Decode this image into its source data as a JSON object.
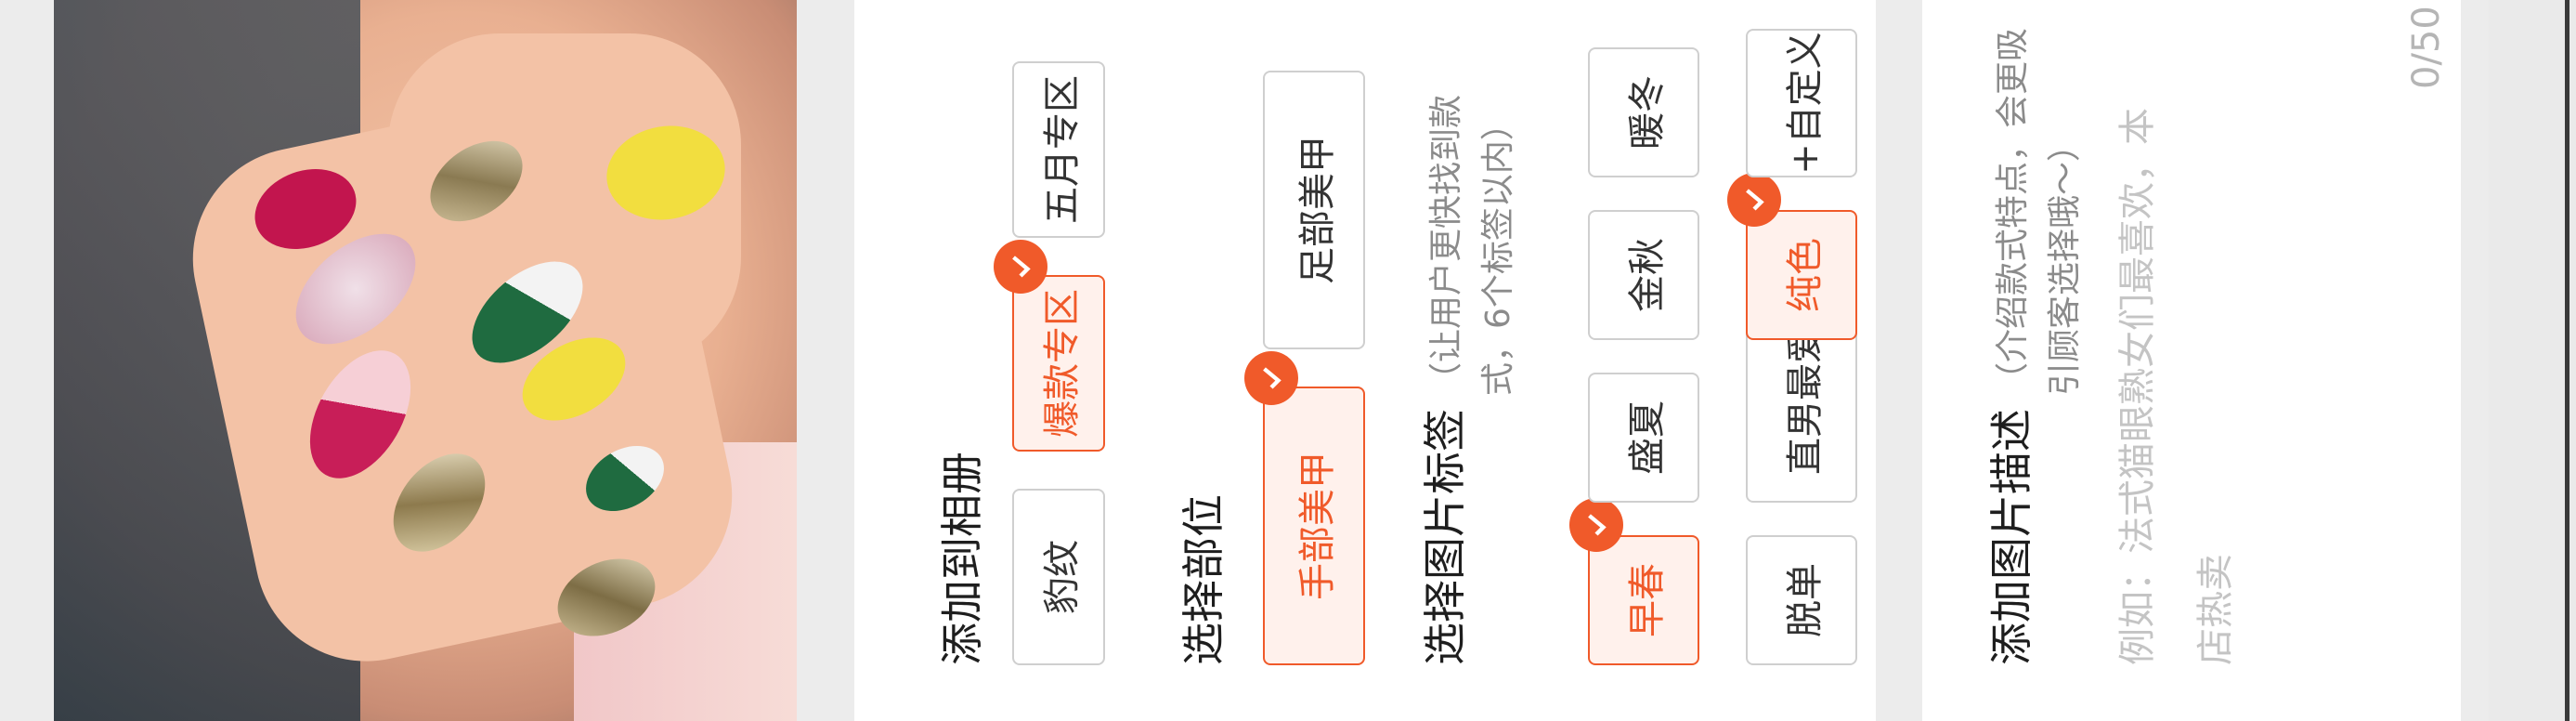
{
  "sections": {
    "album": {
      "title": "添加到相册",
      "chips": [
        {
          "label": "豹纹",
          "selected": false
        },
        {
          "label": "爆款专区",
          "selected": true
        },
        {
          "label": "五月专区",
          "selected": false
        }
      ]
    },
    "position": {
      "title": "选择部位",
      "chips": [
        {
          "label": "手部美甲",
          "selected": true
        },
        {
          "label": "足部美甲",
          "selected": false
        }
      ]
    },
    "tags": {
      "title": "选择图片标签",
      "hint": "（让用户更快找到款式，6个标签以内）",
      "chips": [
        {
          "label": "早春",
          "selected": true
        },
        {
          "label": "盛夏",
          "selected": false
        },
        {
          "label": "金秋",
          "selected": false
        },
        {
          "label": "暖冬",
          "selected": false
        },
        {
          "label": "脱单",
          "selected": false
        },
        {
          "label": "直男最爱",
          "selected": false
        },
        {
          "label": "纯色",
          "selected": true
        },
        {
          "label": "+自定义",
          "selected": false
        }
      ]
    },
    "description": {
      "title": "添加图片描述",
      "hint": "（介绍款式特点，会更吸引顾客选择哦～）",
      "placeholder": "例如：法式猫眼熟女们最喜欢，本店热卖",
      "counter": "0/50"
    }
  },
  "colors": {
    "accent": "#f05a2a",
    "accent_bg": "#fff1ec",
    "chip_border": "#cfcfcf"
  },
  "icons": [
    "check-badge-icon"
  ]
}
